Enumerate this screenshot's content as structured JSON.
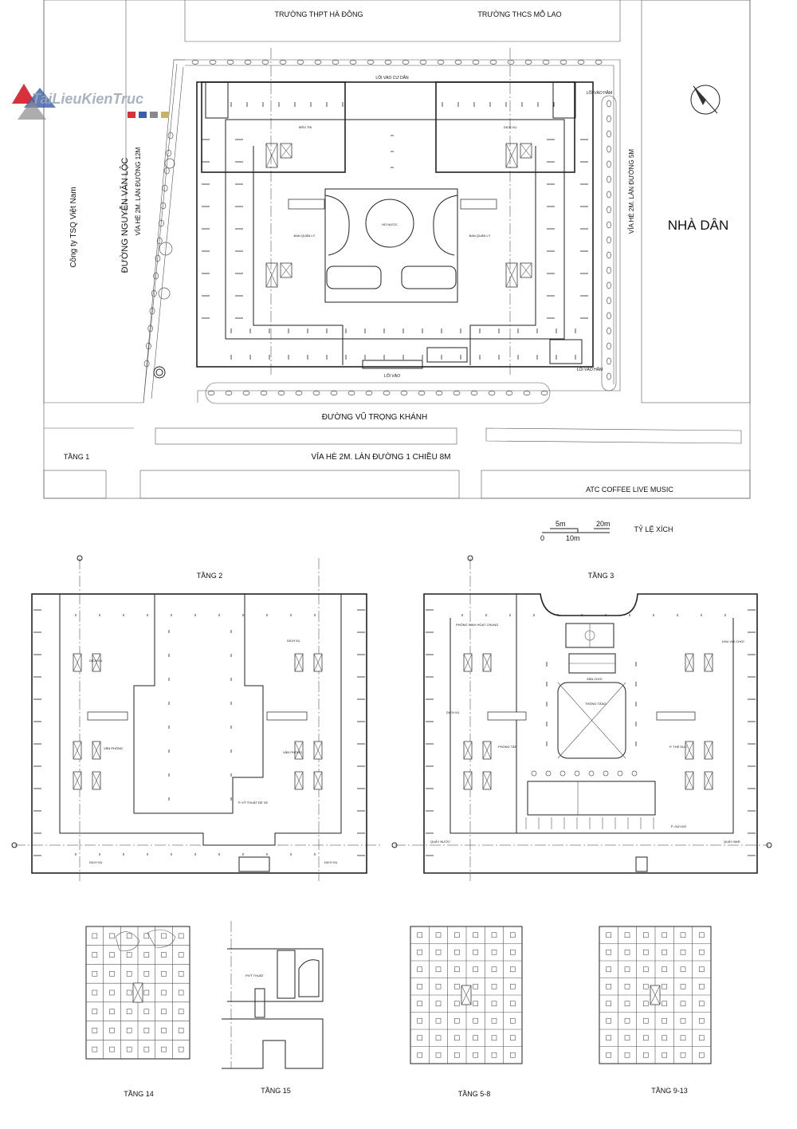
{
  "watermark": "TaiLieuKienTruc",
  "site": {
    "top_left_school": "TRƯỜNG THPT HÀ ĐÔNG",
    "top_right_school": "TRƯỜNG THCS MỖ LAO",
    "left_street": "ĐƯỜNG NGUYỄN VĂN LỘC",
    "left_sidewalk": "VỈA HÈ 2M. LÀN ĐƯỜNG 12M",
    "left_company": "Công ty TSQ Việt Nam",
    "right_sidewalk": "VỈA HÈ 2M. LÀN ĐƯỜNG 5M",
    "right_neighbor": "NHÀ DÂN",
    "bottom_street": "ĐƯỜNG VŨ TRỌNG KHÁNH",
    "bottom_sidewalk": "VỈA HÈ 2M. LÀN ĐƯỜNG 1 CHIỀU 8M",
    "bottom_cafe": "ATC COFFEE LIVE MUSIC",
    "floor_label": "TẦNG 1",
    "entrance_residents": "LỐI VÀO CƯ DÂN",
    "entrance_main": "LỐI VÀO",
    "basement_entry": "LỐI VÀO HẦM",
    "basement_entry_2": "LỐI VÀO HẦM",
    "shop_left": "SIÊU THỊ",
    "shop_right": "DỊCH VỤ",
    "fountain": "HỒ NƯỚC",
    "manager_left": "BAN QUẢN LÝ",
    "manager_right": "BAN QUẢN LÝ"
  },
  "scale": {
    "label": "TỶ LỆ XÍCH",
    "m0": "0",
    "m5": "5m",
    "m10": "10m",
    "m20": "20m"
  },
  "floors": {
    "f2": {
      "title": "TẦNG 2",
      "dv_left": "DỊCH VỤ",
      "dv_right": "DỊCH VỤ",
      "office_left": "VĂN PHÒNG",
      "office_right": "VĂN PHÒNG",
      "tech": "P. KỸ THUẬT ĐỂ XE",
      "dv_bottom_left": "DỊCH VỤ",
      "dv_bottom_right": "DỊCH VỤ"
    },
    "f3": {
      "title": "TẦNG 3",
      "community": "PHÒNG SINH HOẠT CHUNG",
      "kids": "KHU VUI CHƠI",
      "playground": "SÂN CHƠI",
      "atrium": "THÔNG TẦNG",
      "dv_left": "DỊCH VỤ",
      "gym": "PHÒNG TẬP",
      "fitness": "P. THỂ DỤC",
      "changing": "P. GỬI ĐỒ",
      "drinks_left": "QUẦY NƯỚC",
      "drinks_right": "QUẦY BAR"
    },
    "f14": {
      "title": "TẦNG 14"
    },
    "f15": {
      "title": "TẦNG 15",
      "room": "P.KỸ THUẬT"
    },
    "f58": {
      "title": "TẦNG 5-8"
    },
    "f913": {
      "title": "TẦNG 9-13"
    }
  }
}
